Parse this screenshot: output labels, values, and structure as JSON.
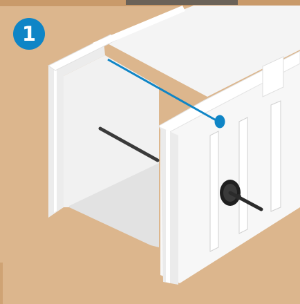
{
  "step": {
    "number": "1"
  },
  "colors": {
    "background": "#dcb68d",
    "accent": "#0f85c6",
    "block_face": "#f7f7f7",
    "block_shadow": "#d4d4d4",
    "rod": "#3a3a3a"
  },
  "icons": {
    "step_badge": "numbered-circle",
    "tie_tool": "rebar-tie-tool-icon",
    "chalk_line": "chalk-line"
  }
}
